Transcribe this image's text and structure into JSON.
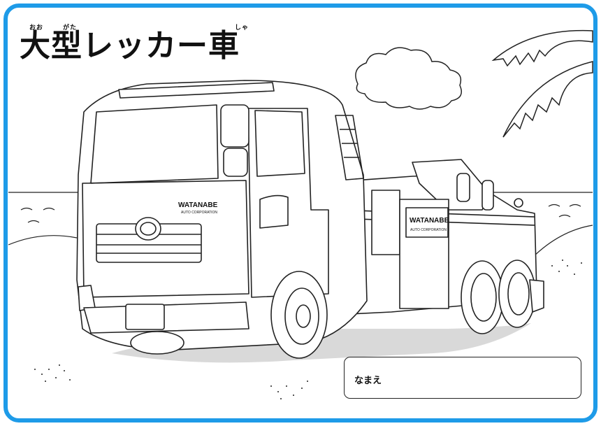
{
  "title": {
    "text": "大型レッカー車",
    "furigana": [
      "おお",
      "がた",
      "しゃ"
    ]
  },
  "truck": {
    "brand_top": "WATANABE",
    "brand_sub": "AUTO CORPORATION"
  },
  "name_box": {
    "label": "なまえ"
  },
  "colors": {
    "frame": "#1e9be8",
    "line": "#222222",
    "shadow": "#d9d9d9"
  }
}
